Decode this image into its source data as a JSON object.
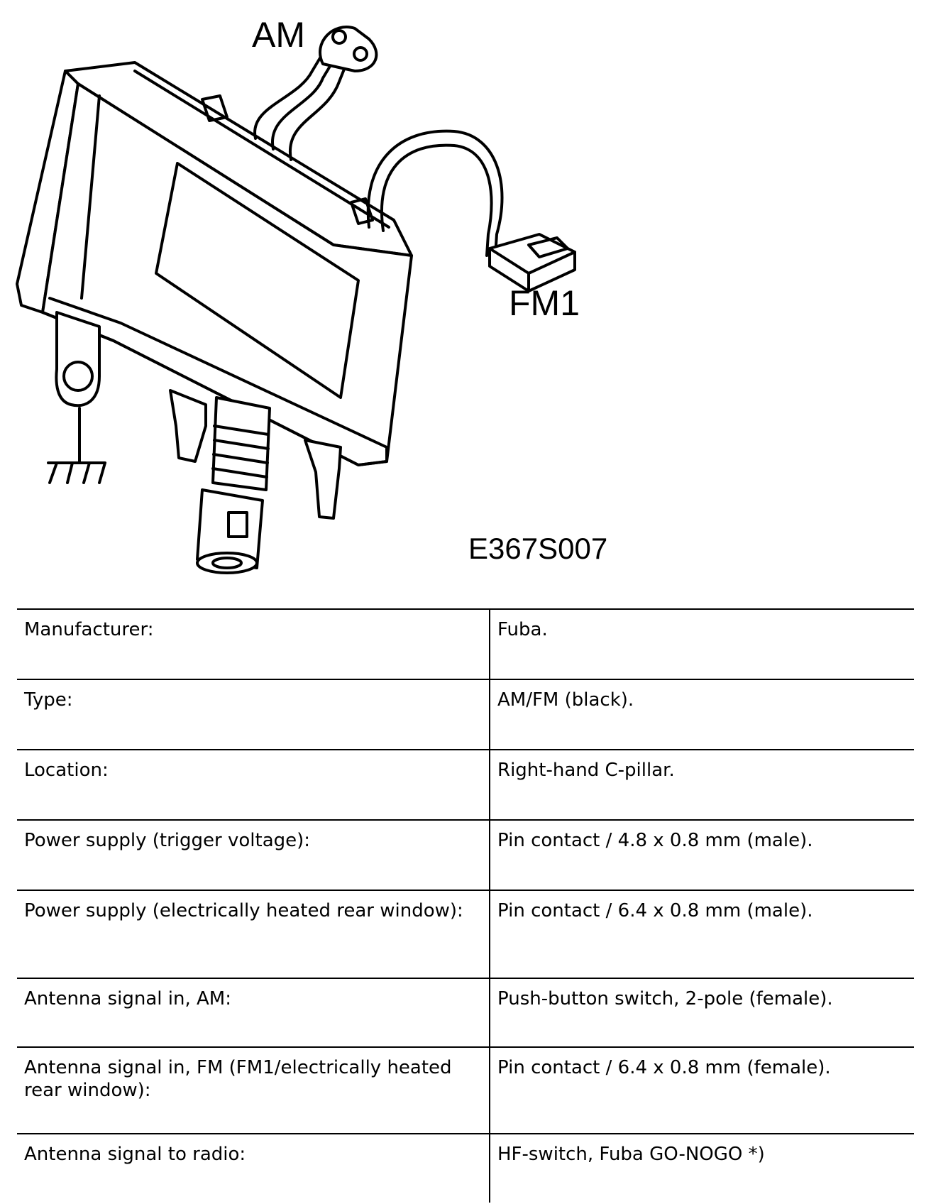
{
  "figure": {
    "callout_am": "AM",
    "callout_fm1": "FM1",
    "figure_code": "E367S007"
  },
  "specs": [
    {
      "label": "Manufacturer:",
      "value": "Fuba."
    },
    {
      "label": "Type:",
      "value": "AM/FM (black)."
    },
    {
      "label": "Location:",
      "value": "Right-hand C-pillar."
    },
    {
      "label": "Power supply (trigger voltage):",
      "value": "Pin contact / 4.8 x 0.8 mm (male)."
    },
    {
      "label": "Power supply (electrically heated rear window):",
      "value": "Pin contact / 6.4 x 0.8 mm (male)."
    },
    {
      "label": "Antenna signal in, AM:",
      "value": "Push-button switch, 2-pole (female)."
    },
    {
      "label": "Antenna signal in, FM (FM1/electrically heated rear window):",
      "value": "Pin contact / 6.4 x 0.8 mm (female)."
    },
    {
      "label": "Antenna signal to radio:",
      "value": "HF-switch, Fuba GO-NOGO *)"
    }
  ]
}
